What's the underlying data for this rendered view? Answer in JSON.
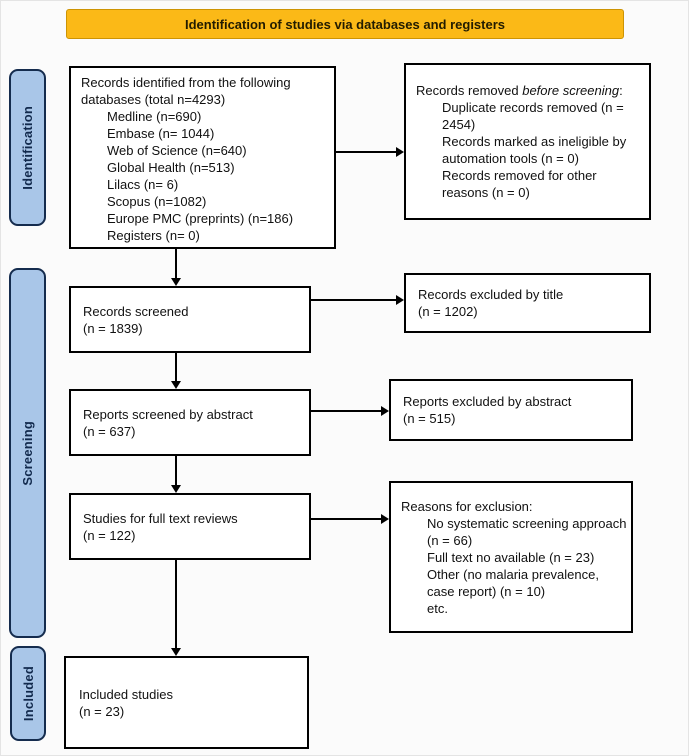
{
  "banner": {
    "title": "Identification of studies via databases and registers"
  },
  "stages": {
    "identification": "Identification",
    "screening": "Screening",
    "included": "Included"
  },
  "colors": {
    "banner_bg": "#FBB917",
    "banner_border": "#CD9403",
    "stage_bg": "#A9C6E8",
    "stage_border": "#152C4E",
    "box_border": "#000000",
    "box_bg": "#FFFFFF",
    "page_bg": "#FBFBFB",
    "arrow": "#000000"
  },
  "boxes": {
    "identified": {
      "intro": "Records identified from the following databases (total n=4293)",
      "items": [
        "Medline (n=690)",
        "Embase (n= 1044)",
        "Web of Science (n=640)",
        "Global Health (n=513)",
        "Lilacs (n= 6)",
        "Scopus (n=1082)",
        "Europe PMC (preprints) (n=186)",
        "Registers (n= 0)"
      ]
    },
    "removed": {
      "intro_prefix": "Records removed ",
      "intro_italic": "before screening",
      "intro_suffix": ":",
      "items": [
        "Duplicate records removed (n = 2454)",
        "Records marked as ineligible by automation tools (n = 0)",
        "Records removed for other reasons (n = 0)"
      ]
    },
    "screened": {
      "line1": "Records screened",
      "line2": "(n = 1839)"
    },
    "excluded_title": {
      "line1": "Records excluded by title",
      "line2": "(n = 1202)"
    },
    "abstract": {
      "line1": "Reports screened by abstract",
      "line2": "(n = 637)"
    },
    "excluded_abstract": {
      "line1": "Reports excluded by abstract",
      "line2": "(n = 515)"
    },
    "fulltext": {
      "line1": "Studies for full text reviews",
      "line2": "(n = 122)"
    },
    "reasons": {
      "intro": "Reasons for exclusion:",
      "items": [
        "No systematic screening approach (n = 66)",
        "Full text no available (n = 23)",
        "Other (no malaria prevalence, case report) (n = 10)",
        "etc."
      ]
    },
    "included": {
      "line1": "Included studies",
      "line2": "(n = 23)"
    }
  }
}
